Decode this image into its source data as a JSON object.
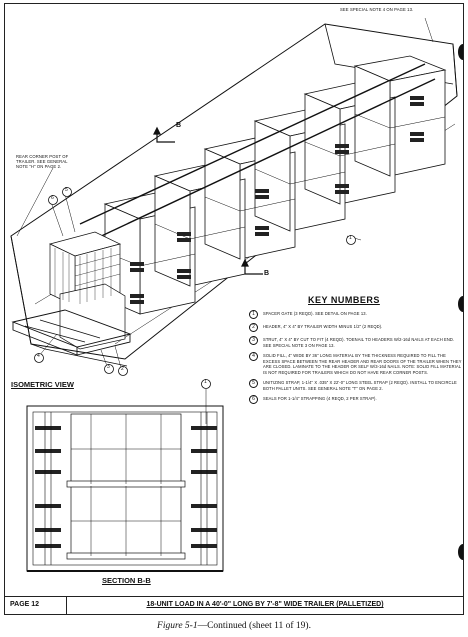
{
  "drawing": {
    "top_note": "SEE SPECIAL NOTE 4 ON PAGE 13.",
    "rear_corner_note": "REAR CORNER POST OF TRAILER. SEE GENERAL NOTE \"H\" ON PAGE 2.",
    "section_marker": "B",
    "callouts": [
      "1",
      "2",
      "3",
      "4",
      "5",
      "6"
    ],
    "isometric_label": "ISOMETRIC VIEW",
    "section_label": "SECTION B-B"
  },
  "key_numbers": {
    "title": "KEY NUMBERS",
    "items": [
      {
        "num": "1",
        "text": "SPACER GATE (3 REQD).  SEE DETAIL ON PAGE 13."
      },
      {
        "num": "2",
        "text": "HEADER, 4\" X 4\" BY TRAILER WIDTH MINUS 1/2\" (2 REQD)."
      },
      {
        "num": "3",
        "text": "STRUT, 4\" X 4\" BY CUT TO FIT (4 REQD).  TOENAIL TO HEADERS W/2-16d NAILS AT EACH END.  SEE SPECIAL NOTE 3 ON PAGE 13."
      },
      {
        "num": "4",
        "text": "SOLID FILL, 4\" WIDE BY 36\" LONG MATERIAL BY THE THICKNESS REQUIRED TO FILL THE EXCESS SPACE BETWEEN THE REAR HEADER AND REAR DOORS OF THE TRAILER WHEN THEY ARE CLOSED.  LAMINATE TO THE HEADER OR SELF W/3-16d NAILS.  NOTE:  SOLID FILL MATERIAL IS NOT REQUIRED FOR TRAILERS WHICH DO NOT HAVE REAR CORNER POSTS."
      },
      {
        "num": "5",
        "text": "UNITIZING STRAP, 1-1/4\" X .035\" X 22'-0\" LONG STEEL STRAP (2 REQD).  INSTALL TO ENCIRCLE BOTH PALLET UNITS.  SEE GENERAL NOTE \"T\" ON PAGE 2."
      },
      {
        "num": "6",
        "text": "SEALS FOR 1-1/4\" STRAPPING (4 REQD, 2 PER STRAP)."
      }
    ]
  },
  "footer": {
    "page": "PAGE 12",
    "title": "18-UNIT LOAD IN A 40'-0\" LONG BY 7'-8\" WIDE TRAILER (PALLETIZED)"
  },
  "caption": {
    "figure": "Figure 5-1",
    "rest": "—Continued (sheet 11 of 19)."
  }
}
